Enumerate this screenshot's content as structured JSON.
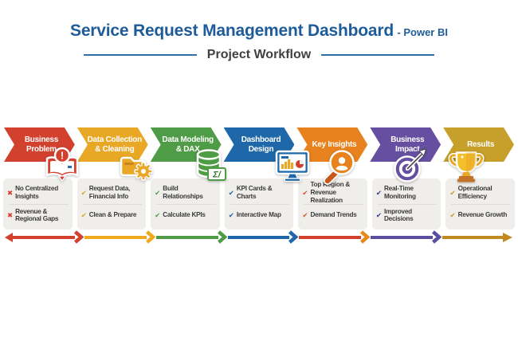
{
  "header": {
    "title": "Service Request Management Dashboard",
    "title_suffix": "- Power BI",
    "subtitle": "Project Workflow",
    "title_color": "#1E5C99",
    "subtitle_color": "#3F4040",
    "rule_color": "#2E6DA8"
  },
  "stages": [
    {
      "label": "Business Problem",
      "color": "#D2402E",
      "icon": "book-alert-icon",
      "icon_badge": "!",
      "marker": "✖",
      "marker_color": "#D2402E",
      "bullets": [
        "No Centralized Insights",
        "Revenue & Regional Gaps"
      ]
    },
    {
      "label": "Data Collection & Cleaning",
      "color": "#E9A726",
      "icon": "folder-gear-icon",
      "marker": "✔",
      "marker_color": "#E2A01D",
      "bullets": [
        "Request Data, Financial Info",
        "Clean & Prepare"
      ]
    },
    {
      "label": "Data Modeling & DAX",
      "color": "#4E9C45",
      "icon": "database-sigma-icon",
      "icon_badge": "Σ/",
      "marker": "✔",
      "marker_color": "#4E9C45",
      "bullets": [
        "Build Relationships",
        "Calculate KPIs"
      ]
    },
    {
      "label": "Dashboard Design",
      "color": "#1E68A9",
      "icon": "dashboard-monitor-icon",
      "marker": "✔",
      "marker_color": "#1C5FA0",
      "bullets": [
        "KPI Cards & Charts",
        "Interactive Map"
      ]
    },
    {
      "label": "Key Insights",
      "color": "#E8821E",
      "icon": "magnifier-insight-icon",
      "marker": "✔",
      "marker_color": "#D2541F",
      "bullets": [
        "Top Region & Revenue Realization",
        "Demand Trends"
      ]
    },
    {
      "label": "Business Impact",
      "color": "#664FA0",
      "icon": "target-dart-icon",
      "marker": "✔",
      "marker_color": "#34318F",
      "bullets": [
        "Real-Time Monitoring",
        "Improved Decisions"
      ]
    },
    {
      "label": "Results",
      "color": "#C6A02A",
      "icon": "trophy-icon",
      "marker": "✔",
      "marker_color": "#C8941F",
      "bullets": [
        "Operational Efficiency",
        "Revenue Growth"
      ]
    }
  ],
  "timeline": {
    "start_color": "#D2402E",
    "segments": [
      {
        "line_color": "#D2402E",
        "head_color": "#D2402E"
      },
      {
        "line_color": "#EFA91F",
        "head_color": "#EFA91F"
      },
      {
        "line_color": "#4E9C45",
        "head_color": "#4E9C45"
      },
      {
        "line_color": "#1E68A9",
        "head_color": "#1E68A9"
      },
      {
        "line_color": "#D2402E",
        "head_color": "#E8891C"
      },
      {
        "line_color": "#5B4E9E",
        "head_color": "#5B4E9E"
      },
      {
        "line_color": "#C08A1F",
        "head_color": "#C08A1F"
      }
    ]
  }
}
